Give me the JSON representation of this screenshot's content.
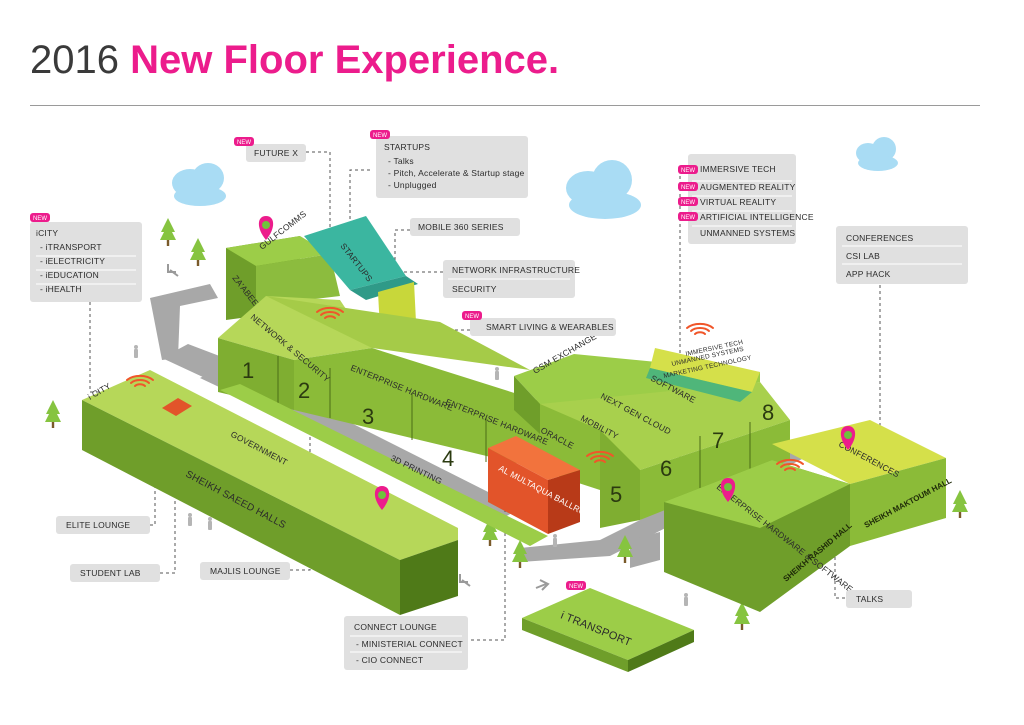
{
  "title": {
    "year": "2016",
    "rest": "New Floor Experience."
  },
  "new_badge": "NEW",
  "colors": {
    "accent": "#ec1c8c",
    "green": "#8cb53a",
    "green_dark": "#5e8a1e",
    "teal": "#3bb6a0",
    "orange": "#e2542a",
    "cloud": "#a9dcf4",
    "callout": "#e0e0e0"
  },
  "callouts": {
    "future_x": "FUTURE X",
    "startups": {
      "head": "STARTUPS",
      "items": [
        "- Talks",
        "- Pitch, Accelerate & Startup stage",
        "- Unplugged"
      ]
    },
    "mobile360": "MOBILE 360 SERIES",
    "network": {
      "items": [
        "NETWORK INFRASTRUCTURE",
        "SECURITY"
      ]
    },
    "smart_living": "SMART LIVING & WEARABLES",
    "icity": {
      "head": "iCITY",
      "items": [
        "- iTRANSPORT",
        "- iELECTRICITY",
        "- iEDUCATION",
        "- iHEALTH"
      ]
    },
    "immersive": {
      "items": [
        "IMMERSIVE TECH",
        "AUGMENTED REALITY",
        "VIRTUAL REALITY",
        "ARTIFICIAL INTELLIGENCE",
        "UNMANNED SYSTEMS"
      ]
    },
    "conferences": {
      "items": [
        "CONFERENCES",
        "CSI LAB",
        "APP HACK"
      ]
    },
    "elite": "ELITE LOUNGE",
    "student": "STUDENT LAB",
    "majlis": "MAJLIS LOUNGE",
    "connect": {
      "head": "CONNECT LOUNGE",
      "items": [
        "- MINISTERIAL CONNECT",
        "- CIO CONNECT"
      ]
    },
    "talks": "TALKS"
  },
  "map_labels": {
    "zaabeel": "ZA'ABEEL HALL",
    "gulfcomms": "GULFCOMMS",
    "startups_block": "STARTUPS",
    "network_security": "NETWORK & SECURITY",
    "enterprise_hw_3": "ENTERPRISE HARDWARE",
    "enterprise_hw_4": "ENTERPRISE HARDWARE",
    "gsm": "GSM EXCHANGE",
    "next_gen_cloud": "NEXT GEN CLOUD",
    "mobility": "MOBILITY",
    "oracle": "ORACLE",
    "software": "SOFTWARE",
    "immersive_tech": "IMMERSIVE TECH",
    "unmanned": "UNMANNED SYSTEMS",
    "marketing": "MARKETING TECHNOLOGY",
    "ballroom": "AL MULTAQUA BALLROOM",
    "printing": "3D PRINTING",
    "government": "GOVERNMENT",
    "sheikh_saeed": "SHEIKH SAEED HALLS",
    "icity_block": "i CITY",
    "conferences_block": "CONFERENCES",
    "maktoum": "SHEIKH MAKTOUM HALL",
    "rashid": "SHEIKH RASHID HALL",
    "ent_hw_sw": "ENTERPRISE HARDWARE & SOFTWARE",
    "itransport": "i TRANSPORT",
    "hall_numbers": [
      "1",
      "2",
      "3",
      "4",
      "5",
      "6",
      "7",
      "8"
    ]
  }
}
